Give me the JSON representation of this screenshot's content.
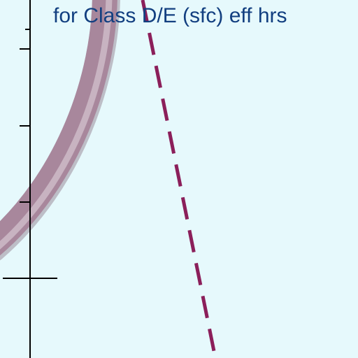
{
  "chart_data": {
    "type": "line",
    "title": "for Class D/E (sfc) eff hrs",
    "xlabel": "",
    "ylabel": "",
    "colors": {
      "background": "#e6f9fc",
      "band": "#a8879c",
      "dashed_line": "#8b1f5a",
      "axis": "#000000",
      "title": "#123f80"
    },
    "series": [
      {
        "style": "band"
      },
      {
        "style": "dashed"
      }
    ],
    "ticks": [
      {},
      {},
      {},
      {},
      {}
    ]
  }
}
